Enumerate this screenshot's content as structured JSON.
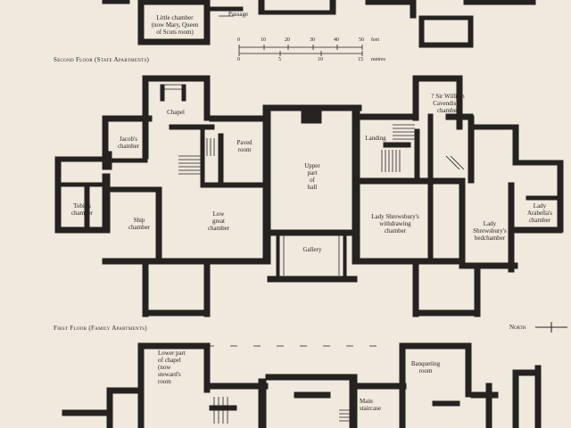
{
  "colors": {
    "paper": "#efe9de",
    "wall": "#262220"
  },
  "headings": {
    "second_floor": "Second Floor (State Apartments)",
    "first_floor": "First Floor (Family Apartments)"
  },
  "scale": {
    "feet_ticks": [
      "0",
      "10",
      "20",
      "30",
      "40",
      "50"
    ],
    "feet_unit": "feet",
    "metre_ticks": [
      "0",
      "5",
      "10",
      "15"
    ],
    "metre_unit": "metres"
  },
  "north_label": "North",
  "rooms": {
    "little_chamber": "Little chamber\n(now Mary, Queen\nof Scots room)",
    "passage": "Passage",
    "chapel": "Chapel",
    "jacobs_chamber": "Jacob's\nchamber",
    "paved_room": "Paved\nroom",
    "upper_hall": "Upper\npart\nof\nhall",
    "landing": "Landing",
    "sir_william": "? Sir William\nCavendish's\nchamber",
    "tobies_chamber": "Tobie's\nchamber",
    "ship_chamber": "Ship\nchamber",
    "low_great_chamber": "Low\ngreat\nchamber",
    "withdrawing": "Lady Shrewsbury's\nwithdrawing\nchamber",
    "lady_arbella": "Lady\nArabella's\nchamber",
    "bedchamber": "Lady\nShrewsbury's\nbedchamber",
    "gallery": "Gallery",
    "lower_chapel": "Lower part\nof chapel\n(now\nsteward's\nroom",
    "banqueting": "Banqueting\nroom",
    "main_staircase": "Main\nstaircase"
  }
}
